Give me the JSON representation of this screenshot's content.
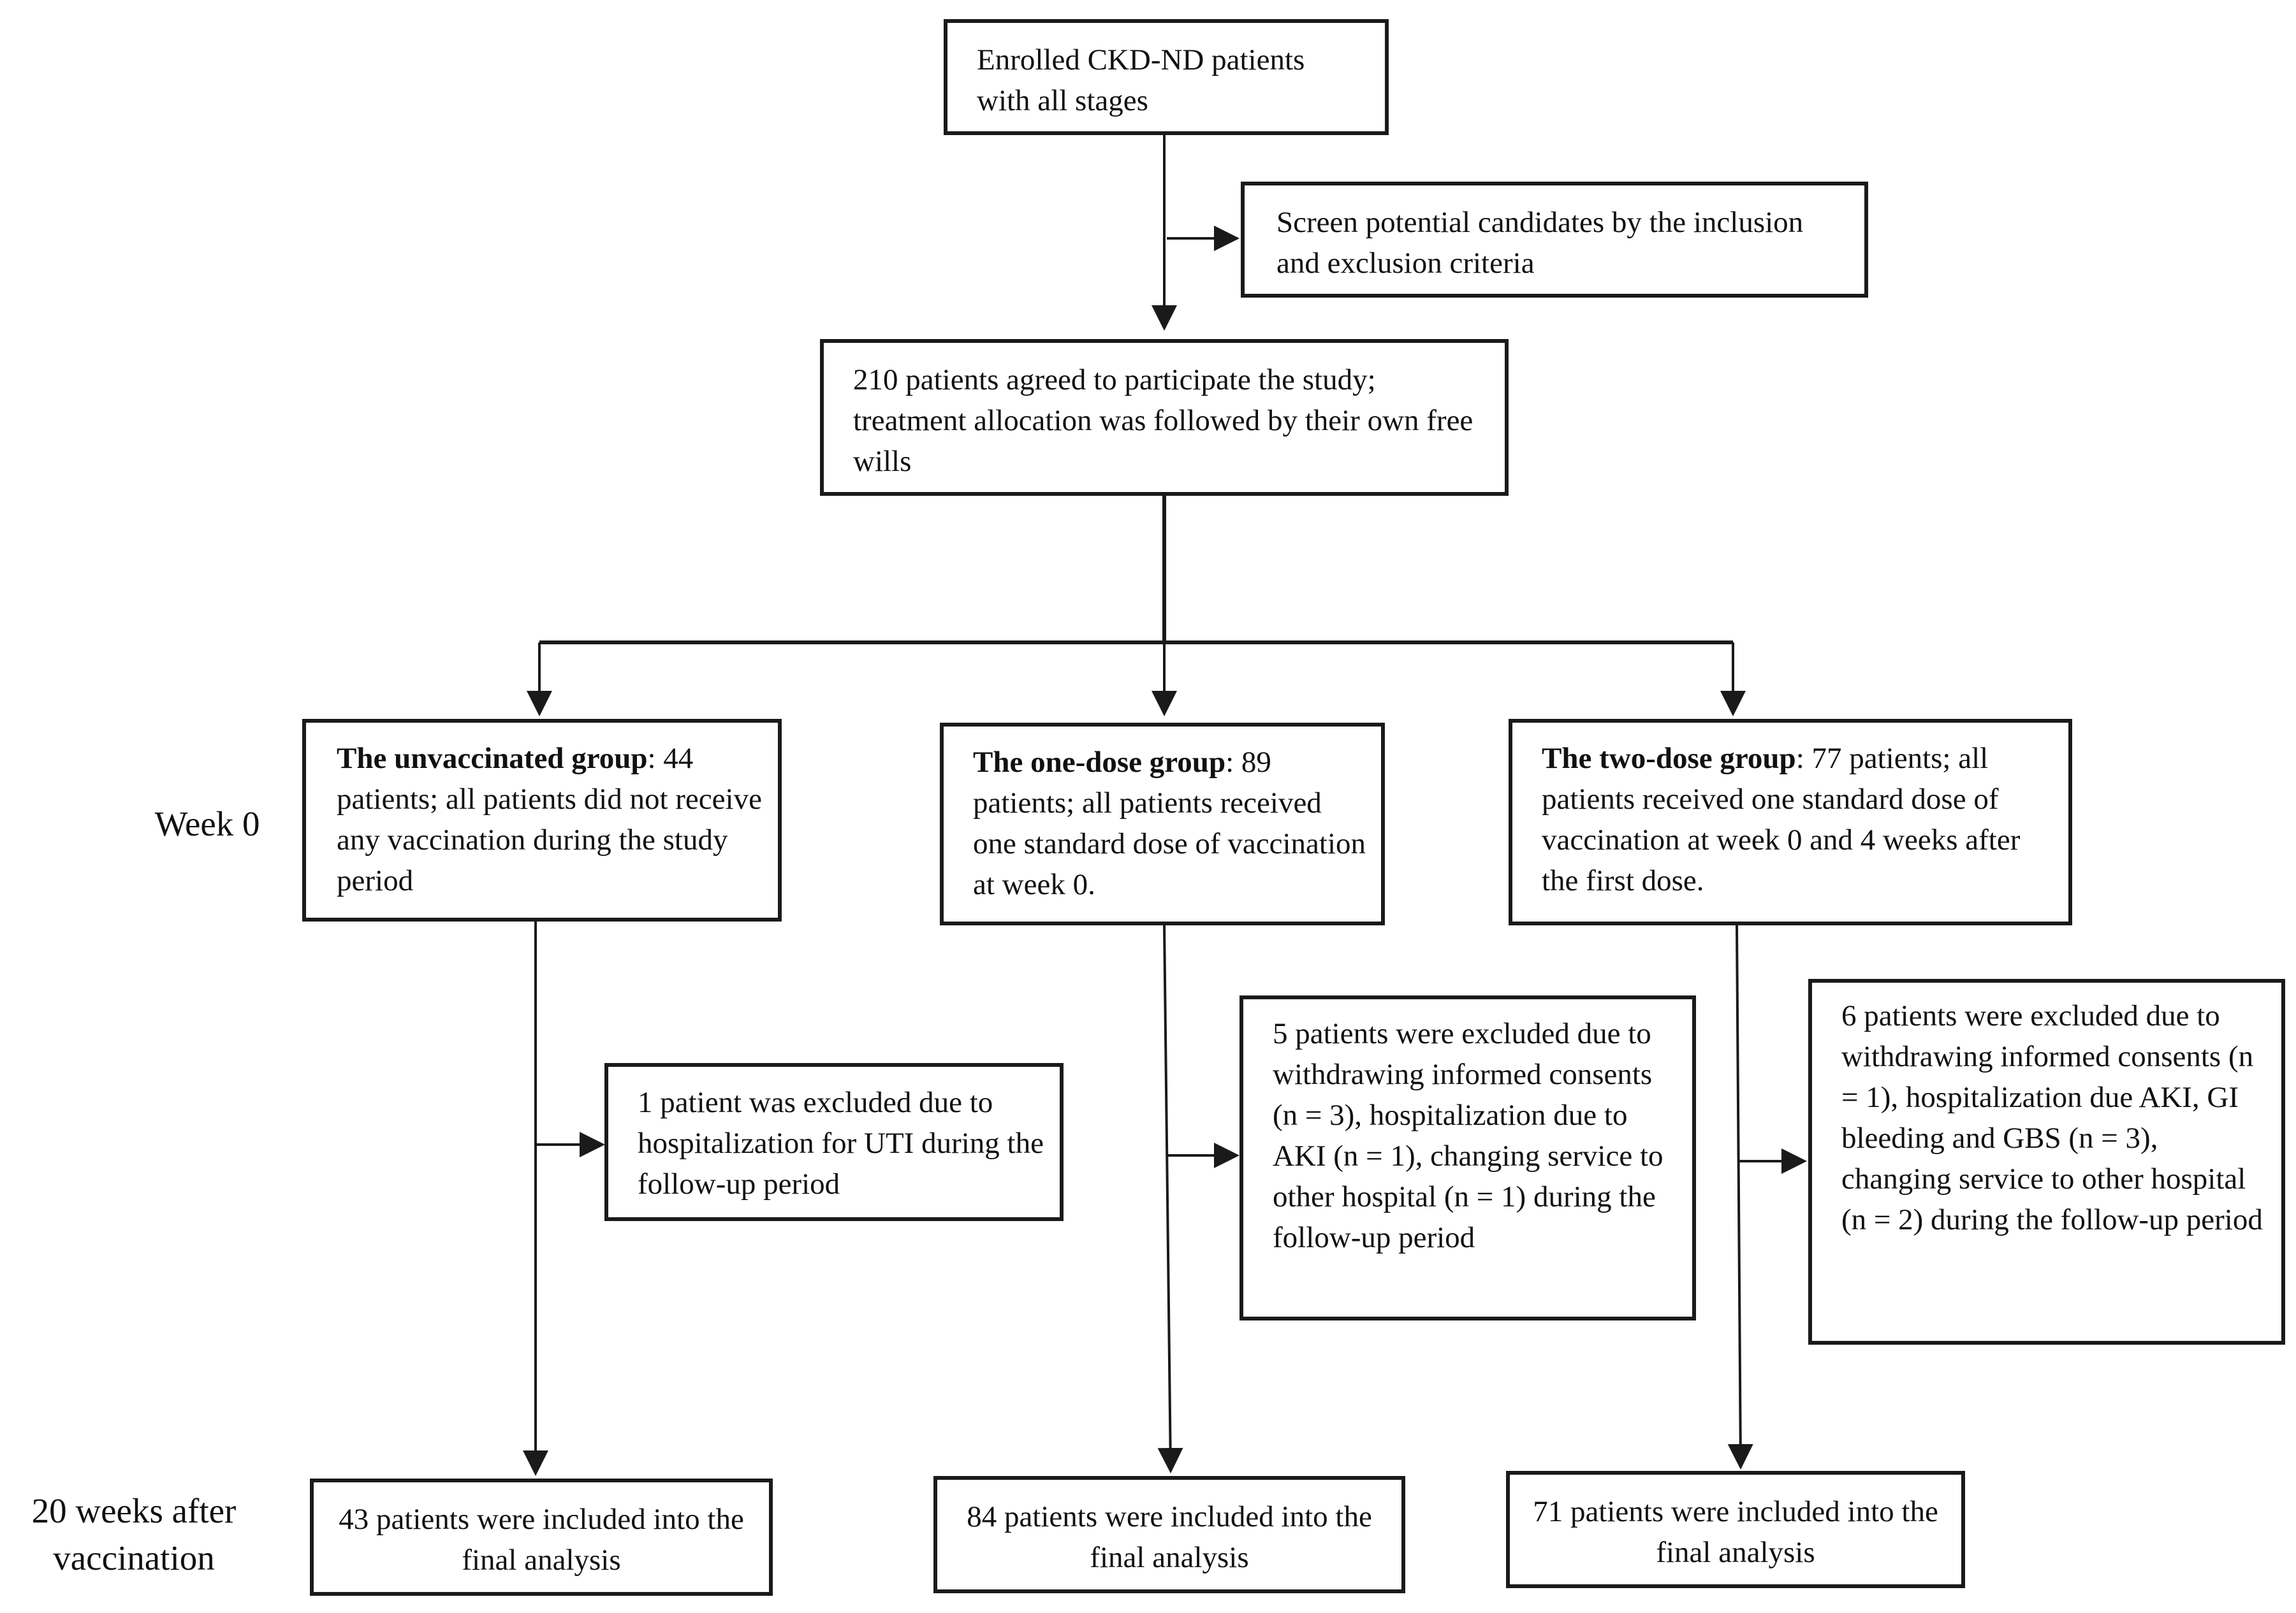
{
  "boxes": {
    "enrolled": "Enrolled CKD-ND patients with all stages",
    "screen": "Screen potential candidates by the inclusion and exclusion criteria",
    "agreed": "210 patients agreed to participate the study; treatment allocation was followed by their own free wills",
    "unvaccinated": {
      "title": "The unvaccinated group",
      "text": ": 44 patients; all patients did not receive any vaccination during the study period"
    },
    "one_dose": {
      "title": "The one-dose group",
      "text": ": 89 patients; all patients received one standard dose of vaccination at week 0."
    },
    "two_dose": {
      "title": "The two-dose group",
      "text": ": 77 patients; all patients received one standard dose of vaccination at week 0 and 4 weeks after the first dose."
    },
    "excluded_unvaccinated": "1 patient was excluded due to hospitalization for UTI during the follow-up period",
    "excluded_one_dose": "5 patients were excluded due to withdrawing informed consents (n = 3), hospitalization due to AKI (n = 1), changing service to other hospital (n = 1) during the follow-up period",
    "excluded_two_dose": "6 patients were excluded due to withdrawing informed consents (n = 1), hospitalization due AKI, GI bleeding and GBS (n = 3), changing service to other hospital (n = 2) during the follow-up period",
    "final_unvaccinated": "43 patients were included into the final analysis",
    "final_one_dose": "84 patients were included into the final analysis",
    "final_two_dose": "71 patients were included into the final analysis"
  },
  "labels": {
    "week0": "Week 0",
    "week20": "20 weeks after vaccination"
  }
}
